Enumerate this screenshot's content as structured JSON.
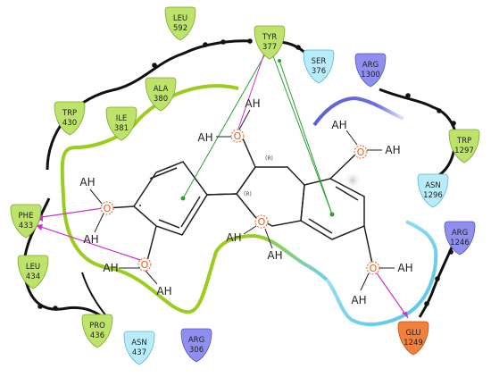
{
  "colors": {
    "hydrophobic": "#bde36a",
    "hydrophobic_stroke": "#7ea830",
    "polar": "#b9ecfa",
    "polar_stroke": "#5ab6d4",
    "positive": "#8e8fee",
    "positive_stroke": "#5456b8",
    "negative": "#f0803c",
    "negative_stroke": "#b8521b",
    "hbond": "#cc33cc",
    "pistack": "#2aa032",
    "pocket_green": "#9acd1e",
    "pocket_blue": "#5e5fd8",
    "pocket_cyan": "#6fd0ea",
    "backbone": "#111111",
    "oxygen": "#e8611a"
  },
  "residues": [
    {
      "id": "leu592",
      "name": "LEU",
      "num": "592",
      "type": "hydrophobic"
    },
    {
      "id": "tyr377",
      "name": "TYR",
      "num": "377",
      "type": "hydrophobic"
    },
    {
      "id": "ser376",
      "name": "SER",
      "num": "376",
      "type": "polar"
    },
    {
      "id": "arg1300",
      "name": "ARG",
      "num": "1300",
      "type": "positive"
    },
    {
      "id": "ala380",
      "name": "ALA",
      "num": "380",
      "type": "hydrophobic"
    },
    {
      "id": "trp430",
      "name": "TRP",
      "num": "430",
      "type": "hydrophobic"
    },
    {
      "id": "ile381",
      "name": "ILE",
      "num": "381",
      "type": "hydrophobic"
    },
    {
      "id": "trp1297",
      "name": "TRP",
      "num": "1297",
      "type": "hydrophobic"
    },
    {
      "id": "asn1296",
      "name": "ASN",
      "num": "1296",
      "type": "polar"
    },
    {
      "id": "phe433",
      "name": "PHE",
      "num": "433",
      "type": "hydrophobic"
    },
    {
      "id": "arg1246",
      "name": "ARG",
      "num": "1246",
      "type": "positive"
    },
    {
      "id": "leu434",
      "name": "LEU",
      "num": "434",
      "type": "hydrophobic"
    },
    {
      "id": "pro436",
      "name": "PRO",
      "num": "436",
      "type": "hydrophobic"
    },
    {
      "id": "asn437",
      "name": "ASN",
      "num": "437",
      "type": "polar"
    },
    {
      "id": "arg306",
      "name": "ARG",
      "num": "306",
      "type": "positive"
    },
    {
      "id": "glu1249",
      "name": "GLU",
      "num": "1249",
      "type": "negative"
    }
  ],
  "ligand": {
    "oxygen_label": "O",
    "ah_label": "AH",
    "stereo_label": "(R)"
  }
}
